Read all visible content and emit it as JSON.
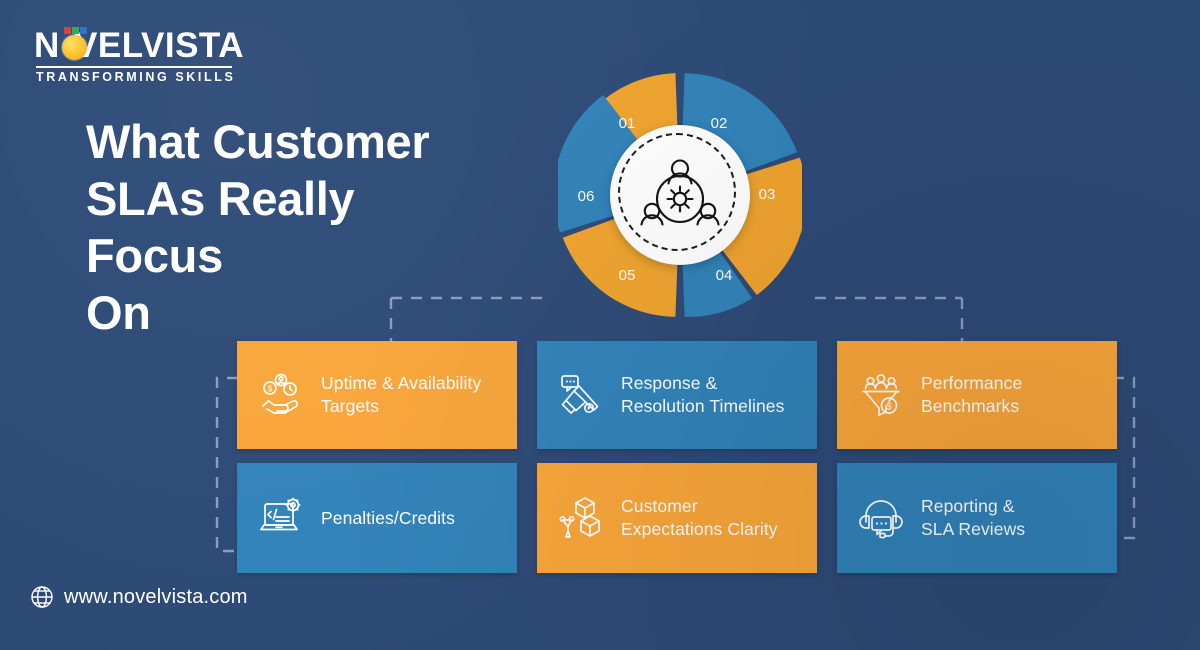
{
  "brand": {
    "name_before_o": "N",
    "name_after_o": "VELVISTA",
    "tagline": "TRANSFORMING SKILLS",
    "logo_icon": "sun-logo-icon"
  },
  "headline": {
    "line1": "What Customer",
    "line2": "SLAs Really",
    "line3": "Focus",
    "line4": "On"
  },
  "colors": {
    "background": "#2d4a77",
    "orange": "#f9a63a",
    "blue": "#3183ba",
    "white": "#ffffff",
    "dash": "#8c9cbd"
  },
  "donut": {
    "center_icon": "team-gear-icon",
    "segments": [
      {
        "number": "01",
        "color": "#f0a42e",
        "position": "top-left"
      },
      {
        "number": "02",
        "color": "#3183ba",
        "position": "top-right"
      },
      {
        "number": "03",
        "color": "#f0a42e",
        "position": "right"
      },
      {
        "number": "04",
        "color": "#3183ba",
        "position": "bottom-right"
      },
      {
        "number": "05",
        "color": "#f0a42e",
        "position": "bottom-left"
      },
      {
        "number": "06",
        "color": "#3183ba",
        "position": "left"
      }
    ]
  },
  "cards": [
    {
      "label_line1": "Uptime & Availability",
      "label_line2": "Targets",
      "color": "orange",
      "icon": "hand-money-clock-icon"
    },
    {
      "label_line1": "Response &",
      "label_line2": "Resolution Timelines",
      "color": "blue",
      "icon": "megaphone-chat-icon"
    },
    {
      "label_line1": "Performance",
      "label_line2": "Benchmarks",
      "color": "orange",
      "icon": "funnel-people-dollar-icon"
    },
    {
      "label_line1": "Penalties/Credits",
      "label_line2": "",
      "color": "blue",
      "icon": "laptop-code-gear-icon"
    },
    {
      "label_line1": "Customer",
      "label_line2": "Expectations Clarity",
      "color": "orange",
      "icon": "boxes-pen-tool-icon"
    },
    {
      "label_line1": "Reporting &",
      "label_line2": "SLA Reviews",
      "color": "blue",
      "icon": "headset-support-icon"
    }
  ],
  "footer": {
    "url": "www.novelvista.com",
    "icon": "globe-icon"
  }
}
